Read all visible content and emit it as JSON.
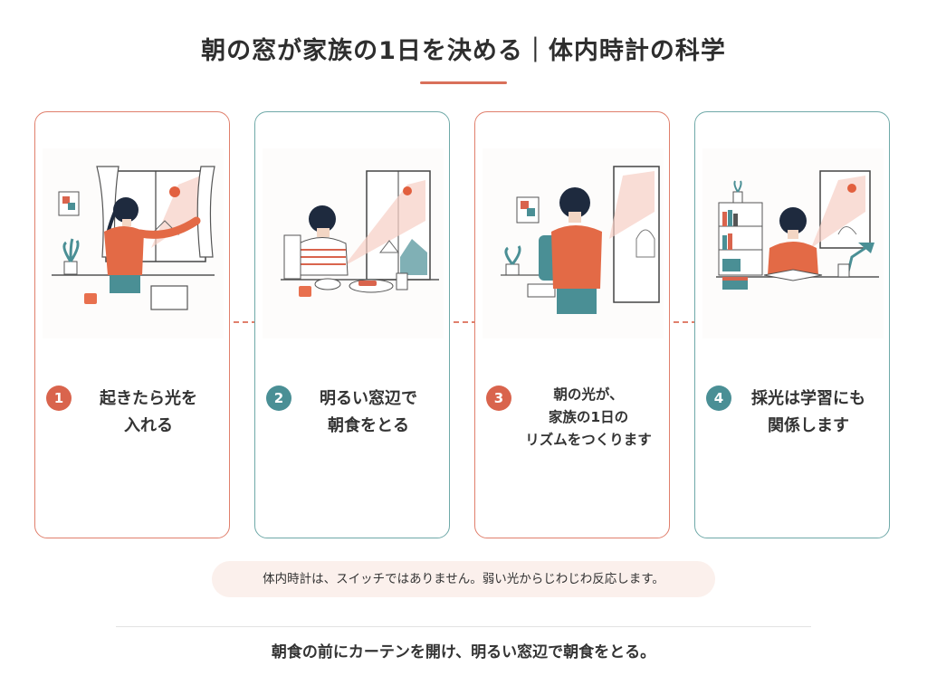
{
  "header": {
    "title": "朝の窓が家族の1日を決める｜体内時計の科学"
  },
  "steps": [
    {
      "number": "1",
      "lines": [
        "起きたら光を",
        "入れる"
      ]
    },
    {
      "number": "2",
      "lines": [
        "明るい窓辺で",
        "朝食をとる"
      ]
    },
    {
      "number": "3",
      "lines": [
        "朝の光が、",
        "家族の1日の",
        "リズムをつくります"
      ]
    },
    {
      "number": "4",
      "lines": [
        "採光は学習にも",
        "関係します"
      ]
    }
  ],
  "note": "体内時計は、スイッチではありません。弱い光からじわじわ反応します。",
  "footer": "朝食の前にカーテンを開け、明るい窓辺で朝食をとる。",
  "colors": {
    "accent_coral": "#d9644d",
    "accent_teal": "#4a8f95",
    "note_bg": "#fbf0ec"
  }
}
